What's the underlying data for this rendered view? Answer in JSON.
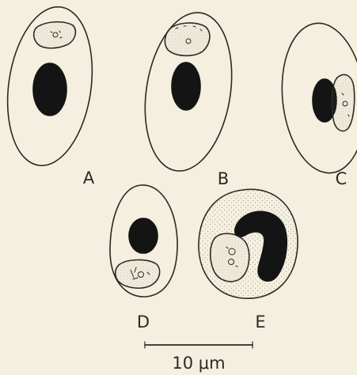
{
  "figure": {
    "panels": [
      {
        "label": "A"
      },
      {
        "label": "B"
      },
      {
        "label": "C"
      },
      {
        "label": "D"
      },
      {
        "label": "E"
      }
    ],
    "scale_bar": {
      "label": "10 μm"
    },
    "colors": {
      "background": "#f4efde",
      "ink": "#2a2a26",
      "nucleus": "#141414",
      "stipple": "#8a8478"
    }
  }
}
